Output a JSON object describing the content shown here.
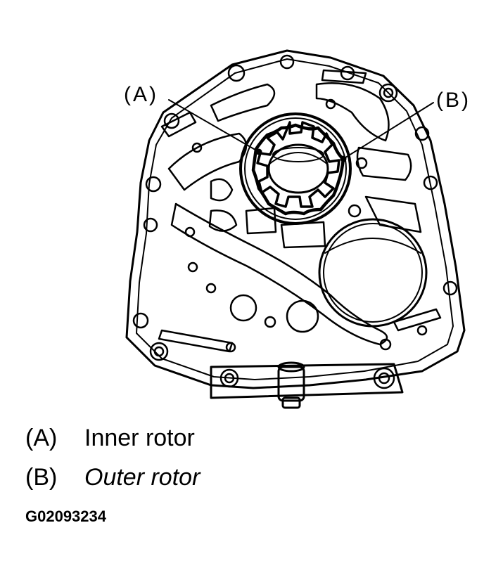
{
  "callouts": {
    "a": "(A)",
    "b": "(B)"
  },
  "legend": [
    {
      "key": "(A)",
      "text": "Inner rotor"
    },
    {
      "key": "(B)",
      "text": "Outer rotor"
    }
  ],
  "figure_id": "G02093234"
}
